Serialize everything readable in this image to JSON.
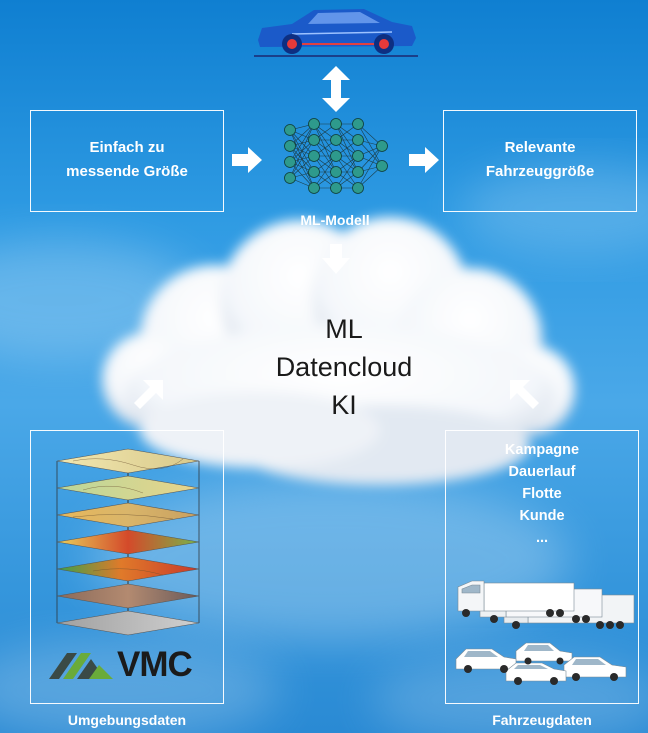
{
  "colors": {
    "sky_top": "#0f7fd1",
    "sky_bottom": "#2a8ad4",
    "node": "#2e9a8c",
    "arrow": "#ffffff",
    "logo_green": "#6aab3a",
    "logo_dark": "#3a4a46"
  },
  "model": {
    "label": "ML-Modell"
  },
  "input_box": {
    "lines": [
      "Einfach zu",
      "messende Größe"
    ]
  },
  "output_box": {
    "lines": [
      "Relevante",
      "Fahrzeuggröße"
    ]
  },
  "cloud": {
    "lines": [
      "ML",
      "Datencloud",
      "KI"
    ]
  },
  "environment": {
    "caption": "Umgebungsdaten",
    "logo_text": "VMC"
  },
  "vehicle_data": {
    "caption": "Fahrzeugdaten",
    "items": [
      "Kampagne",
      "Dauerlauf",
      "Flotte",
      "Kunde",
      "..."
    ]
  },
  "icons": [
    "car-icon",
    "neural-network-icon",
    "map-layers-icon",
    "vmc-logo-icon",
    "trucks-icon",
    "cars-icon"
  ]
}
